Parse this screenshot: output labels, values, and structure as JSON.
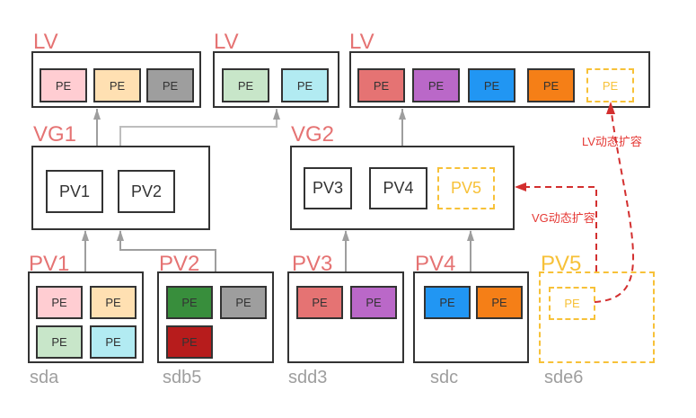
{
  "colors": {
    "title_red": "#e57373",
    "dynamic_yellow": "#f7c138",
    "connector_gray": "#9e9e9e",
    "expand_red": "#d32f2f",
    "border_dark": "#333333"
  },
  "lvs": [
    {
      "title": "LV",
      "pes": [
        {
          "label": "PE",
          "color": "#ffcdd2"
        },
        {
          "label": "PE",
          "color": "#ffe0b2"
        },
        {
          "label": "PE",
          "color": "#9e9e9e"
        }
      ]
    },
    {
      "title": "LV",
      "pes": [
        {
          "label": "PE",
          "color": "#c8e6c9"
        },
        {
          "label": "PE",
          "color": "#b2ebf2"
        }
      ]
    },
    {
      "title": "LV",
      "pes": [
        {
          "label": "PE",
          "color": "#e57373"
        },
        {
          "label": "PE",
          "color": "#ba68c8"
        },
        {
          "label": "PE",
          "color": "#2196f3"
        },
        {
          "label": "PE",
          "color": "#f57f17"
        },
        {
          "label": "PE",
          "color": "transparent",
          "dynamic": true
        }
      ]
    }
  ],
  "vgs": [
    {
      "title": "VG1",
      "pvs": [
        {
          "label": "PV1"
        },
        {
          "label": "PV2"
        }
      ]
    },
    {
      "title": "VG2",
      "pvs": [
        {
          "label": "PV3"
        },
        {
          "label": "PV4"
        },
        {
          "label": "PV5",
          "dynamic": true
        }
      ]
    }
  ],
  "pvs": [
    {
      "title": "PV1",
      "device": "sda",
      "pes": [
        {
          "label": "PE",
          "color": "#ffcdd2"
        },
        {
          "label": "PE",
          "color": "#ffe0b2"
        },
        {
          "label": "PE",
          "color": "#c8e6c9"
        },
        {
          "label": "PE",
          "color": "#b2ebf2"
        }
      ]
    },
    {
      "title": "PV2",
      "device": "sdb5",
      "pes": [
        {
          "label": "PE",
          "color": "#388e3c"
        },
        {
          "label": "PE",
          "color": "#9e9e9e"
        },
        {
          "label": "PE",
          "color": "#b71c1c"
        }
      ]
    },
    {
      "title": "PV3",
      "device": "sdd3",
      "pes": [
        {
          "label": "PE",
          "color": "#e57373"
        },
        {
          "label": "PE",
          "color": "#ba68c8"
        }
      ]
    },
    {
      "title": "PV4",
      "device": "sdc",
      "pes": [
        {
          "label": "PE",
          "color": "#2196f3"
        },
        {
          "label": "PE",
          "color": "#f57f17"
        }
      ]
    },
    {
      "title": "PV5",
      "device": "sde6",
      "dynamic": true,
      "pes": [
        {
          "label": "PE",
          "color": "transparent",
          "dynamic": true
        }
      ]
    }
  ],
  "annotations": {
    "lv_expand": "LV动态扩容",
    "vg_expand": "VG动态扩容"
  }
}
